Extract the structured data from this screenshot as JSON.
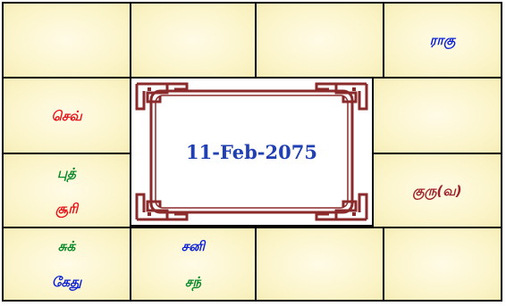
{
  "chart_date": "11-Feb-2075",
  "houses": {
    "r0c0": [],
    "r0c1": [],
    "r0c2": [],
    "r0c3": [
      {
        "text": "ராகு",
        "color": "#0a1fd6"
      }
    ],
    "r1c0": [
      {
        "text": "செவ்",
        "color": "#e8121a"
      }
    ],
    "r1c3": [],
    "r2c0": [
      {
        "text": "புத்",
        "color": "#0a8a2a"
      },
      {
        "text": "சூரி",
        "color": "#e8121a"
      }
    ],
    "r2c3": [
      {
        "text": "குரு(வ)",
        "color": "#a0232a"
      }
    ],
    "r3c0": [
      {
        "text": "சுக்",
        "color": "#0a8a2a"
      },
      {
        "text": "கேது",
        "color": "#0a1fd6"
      }
    ],
    "r3c1": [
      {
        "text": "சனி",
        "color": "#0a1fd6"
      },
      {
        "text": "சந்",
        "color": "#0a8a2a"
      }
    ],
    "r3c2": [],
    "r3c3": []
  },
  "colors": {
    "border": "#000000",
    "frame": "#8a2a2a",
    "cell_bg": "#fbf4c8",
    "date": "#1f3fb3"
  }
}
